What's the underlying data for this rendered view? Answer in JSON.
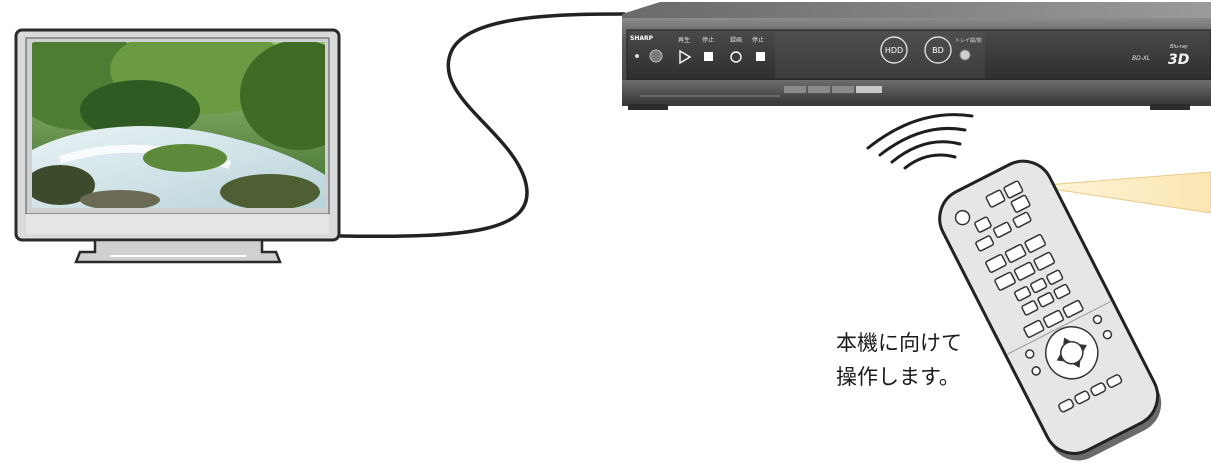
{
  "recorder": {
    "brand": "SHARP",
    "play_label": "再生",
    "stop_label": "停止",
    "record_label": "録画",
    "hdd_label": "HDD",
    "bd_label": "BD",
    "tray_label": "トレイ開/閉",
    "model_label": "BD-XL",
    "bluray_label": "Blu-ray",
    "logo_3d": "3D"
  },
  "caption": {
    "line1": "本機に向けて",
    "line2": "操作します。"
  }
}
